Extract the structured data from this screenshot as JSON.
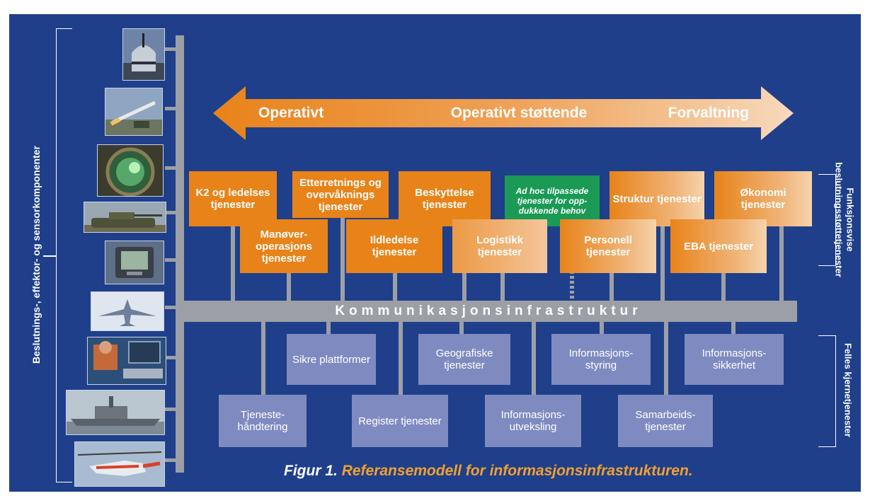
{
  "arrow": {
    "left_label": "Operativt",
    "center_label": "Operativt støttende",
    "right_label": "Forvaltning"
  },
  "left_axis_label": "Beslutnings-, effektor- og sensorkomponenter",
  "right_labels": {
    "top": [
      "Funksjonsvise",
      "beslutningsstøttetjenester"
    ],
    "bottom": "Felles kjernetjenester"
  },
  "infra_bar_label": "Kommunikasjonsinfrastruktur",
  "functional_services_row1": [
    "K2 og ledelses tjenester",
    "Etterretnings og overvåknings tjenester",
    "Beskyttelse tjenester",
    "Ad hoc tilpassede tjenester for opp-dukkende behov",
    "Struktur tjenester",
    "Økonomi tjenester"
  ],
  "functional_services_row2": [
    "Manøver-operasjons tjenester",
    "Ildledelse tjenester",
    "Logistikk tjenester",
    "Personell tjenester",
    "EBA tjenester"
  ],
  "core_services_row1": [
    "Sikre plattformer",
    "Geografiske tjenester",
    "Informasjons-styring",
    "Informasjons-sikkerhet"
  ],
  "core_services_row2": [
    "Tjeneste-håndtering",
    "Register tjenester",
    "Informasjons-utveksling",
    "Samarbeids-tjenester"
  ],
  "caption": {
    "prefix": "Figur 1.",
    "text": "Referansemodell for informasjonsinfrastrukturen."
  },
  "thumbnails": [
    "radar-dome-icon",
    "missile-launch-icon",
    "radar-screen-icon",
    "tank-icon",
    "handheld-device-icon",
    "fighter-jet-icon",
    "soldier-workstation-icon",
    "warship-icon",
    "helicopter-icon"
  ],
  "colors": {
    "background": "#1f3f8a",
    "orange": "#e88319",
    "green": "#1a9a55",
    "purple": "#7f8bc0",
    "bar": "#9c9fa6",
    "caption_orange": "#f0a030"
  }
}
